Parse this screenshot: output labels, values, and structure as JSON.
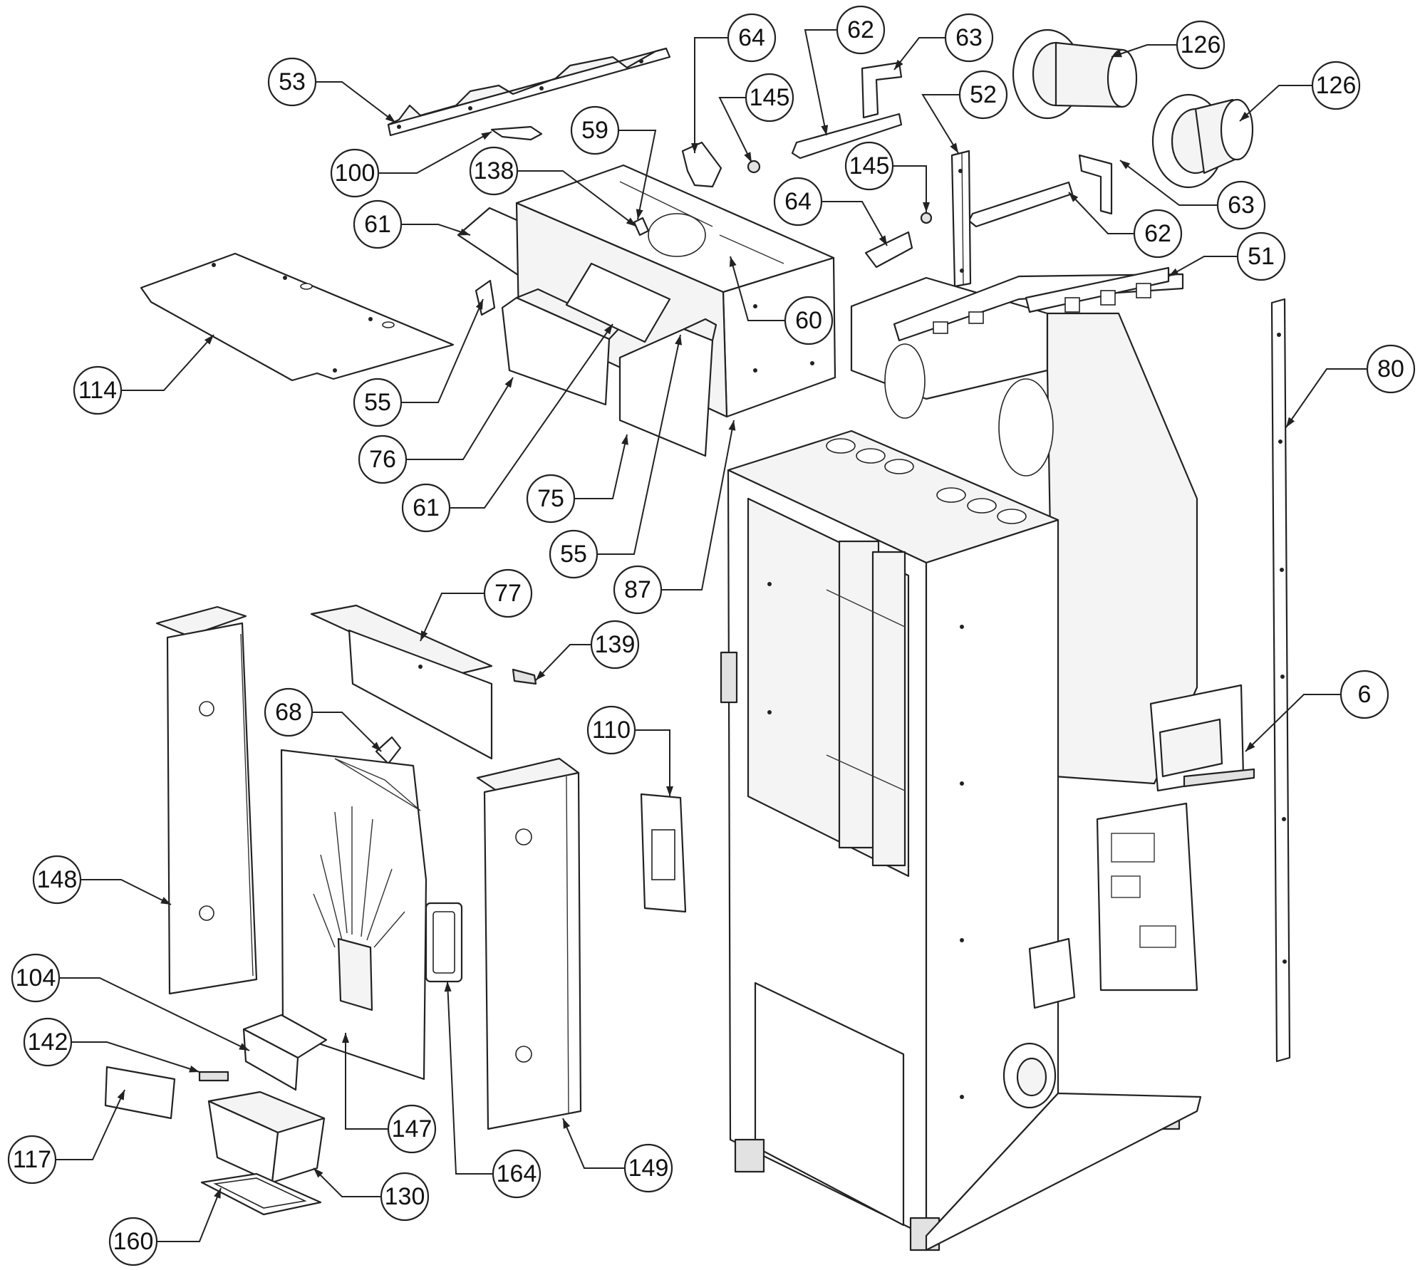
{
  "callouts": [
    {
      "id": "c53",
      "label": "53"
    },
    {
      "id": "c100",
      "label": "100"
    },
    {
      "id": "c61a",
      "label": "61"
    },
    {
      "id": "c114",
      "label": "114"
    },
    {
      "id": "c55a",
      "label": "55"
    },
    {
      "id": "c76",
      "label": "76"
    },
    {
      "id": "c61b",
      "label": "61"
    },
    {
      "id": "c75",
      "label": "75"
    },
    {
      "id": "c55b",
      "label": "55"
    },
    {
      "id": "c87",
      "label": "87"
    },
    {
      "id": "c59",
      "label": "59"
    },
    {
      "id": "c138",
      "label": "138"
    },
    {
      "id": "c60",
      "label": "60"
    },
    {
      "id": "c64a",
      "label": "64"
    },
    {
      "id": "c145a",
      "label": "145"
    },
    {
      "id": "c62a",
      "label": "62"
    },
    {
      "id": "c63a",
      "label": "63"
    },
    {
      "id": "c145b",
      "label": "145"
    },
    {
      "id": "c64b",
      "label": "64"
    },
    {
      "id": "c52",
      "label": "52"
    },
    {
      "id": "c126a",
      "label": "126"
    },
    {
      "id": "c126b",
      "label": "126"
    },
    {
      "id": "c63b",
      "label": "63"
    },
    {
      "id": "c62b",
      "label": "62"
    },
    {
      "id": "c51",
      "label": "51"
    },
    {
      "id": "c80",
      "label": "80"
    },
    {
      "id": "c6",
      "label": "6"
    },
    {
      "id": "c77",
      "label": "77"
    },
    {
      "id": "c139",
      "label": "139"
    },
    {
      "id": "c68",
      "label": "68"
    },
    {
      "id": "c110",
      "label": "110"
    },
    {
      "id": "c148",
      "label": "148"
    },
    {
      "id": "c104",
      "label": "104"
    },
    {
      "id": "c142",
      "label": "142"
    },
    {
      "id": "c117",
      "label": "117"
    },
    {
      "id": "c147",
      "label": "147"
    },
    {
      "id": "c164",
      "label": "164"
    },
    {
      "id": "c149",
      "label": "149"
    },
    {
      "id": "c130",
      "label": "130"
    },
    {
      "id": "c160",
      "label": "160"
    }
  ]
}
